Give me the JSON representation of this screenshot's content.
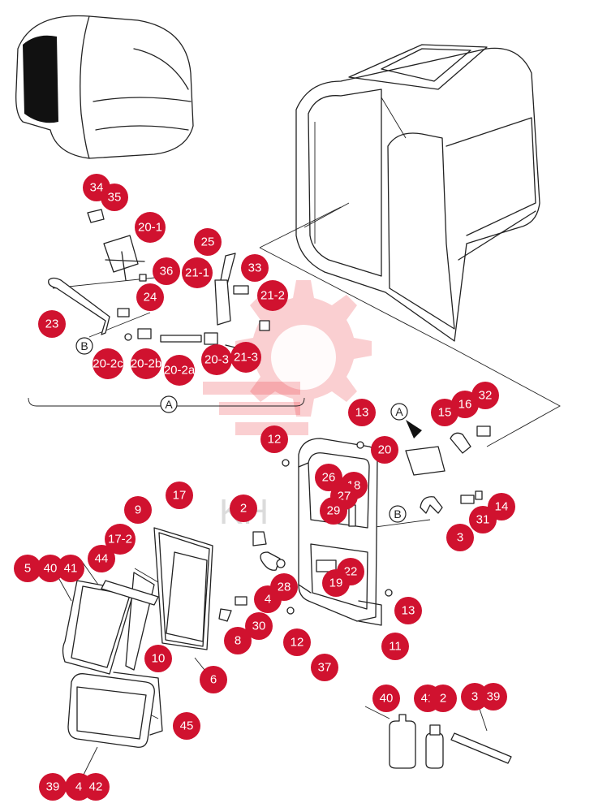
{
  "watermark": {
    "text": "KH",
    "color": "#e8262f"
  },
  "colors": {
    "callout": "#d0122f",
    "callout_text": "#ffffff",
    "line": "#222222"
  },
  "reference_markers": [
    {
      "id": "ref-a-left",
      "label": "A"
    },
    {
      "id": "ref-a-right",
      "label": "A"
    },
    {
      "id": "ref-b-left",
      "label": "B"
    },
    {
      "id": "ref-b-right",
      "label": "B"
    }
  ],
  "callouts": [
    {
      "id": "c34",
      "label": "34"
    },
    {
      "id": "c35",
      "label": "35"
    },
    {
      "id": "c20-1",
      "label": "20-1"
    },
    {
      "id": "c25",
      "label": "25"
    },
    {
      "id": "c33",
      "label": "33"
    },
    {
      "id": "c36",
      "label": "36"
    },
    {
      "id": "c21-1",
      "label": "21-1"
    },
    {
      "id": "c21-2",
      "label": "21-2"
    },
    {
      "id": "c24",
      "label": "24"
    },
    {
      "id": "c23",
      "label": "23"
    },
    {
      "id": "c20-2c",
      "label": "20-2c"
    },
    {
      "id": "c20-2b",
      "label": "20-2b"
    },
    {
      "id": "c20-2a",
      "label": "20-2a"
    },
    {
      "id": "c20-3",
      "label": "20-3"
    },
    {
      "id": "c21-3",
      "label": "21-3"
    },
    {
      "id": "c13a",
      "label": "13"
    },
    {
      "id": "c15",
      "label": "15"
    },
    {
      "id": "c16",
      "label": "16"
    },
    {
      "id": "c32",
      "label": "32"
    },
    {
      "id": "c12a",
      "label": "12"
    },
    {
      "id": "c20",
      "label": "20"
    },
    {
      "id": "c26",
      "label": "26"
    },
    {
      "id": "c18",
      "label": "18"
    },
    {
      "id": "c27",
      "label": "27"
    },
    {
      "id": "c29",
      "label": "29"
    },
    {
      "id": "c17",
      "label": "17"
    },
    {
      "id": "c9",
      "label": "9"
    },
    {
      "id": "c2",
      "label": "2"
    },
    {
      "id": "c14",
      "label": "14"
    },
    {
      "id": "c31",
      "label": "31"
    },
    {
      "id": "c3",
      "label": "3"
    },
    {
      "id": "c17-2",
      "label": "17-2"
    },
    {
      "id": "c44",
      "label": "44"
    },
    {
      "id": "c5",
      "label": "5"
    },
    {
      "id": "c40a",
      "label": "40"
    },
    {
      "id": "c41a",
      "label": "41"
    },
    {
      "id": "c22",
      "label": "22"
    },
    {
      "id": "c19",
      "label": "19"
    },
    {
      "id": "c28",
      "label": "28"
    },
    {
      "id": "c4",
      "label": "4"
    },
    {
      "id": "c13b",
      "label": "13"
    },
    {
      "id": "c30",
      "label": "30"
    },
    {
      "id": "c8",
      "label": "8"
    },
    {
      "id": "c12b",
      "label": "12"
    },
    {
      "id": "c11",
      "label": "11"
    },
    {
      "id": "c10",
      "label": "10"
    },
    {
      "id": "c6",
      "label": "6"
    },
    {
      "id": "c37",
      "label": "37"
    },
    {
      "id": "c45",
      "label": "45"
    },
    {
      "id": "c40b",
      "label": "40"
    },
    {
      "id": "c41b",
      "label": "41"
    },
    {
      "id": "c42a",
      "label": "2"
    },
    {
      "id": "c38",
      "label": "3"
    },
    {
      "id": "c39a",
      "label": "39"
    },
    {
      "id": "c39b",
      "label": "39"
    },
    {
      "id": "c40c",
      "label": "4"
    },
    {
      "id": "c42b",
      "label": "42"
    }
  ]
}
